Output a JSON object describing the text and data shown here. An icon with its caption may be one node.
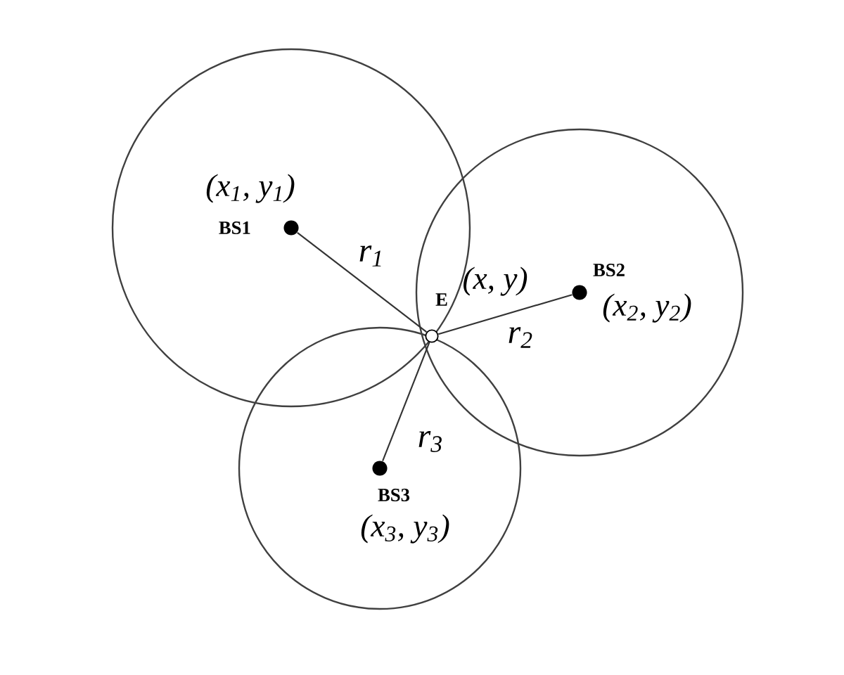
{
  "diagram": {
    "nodes": [
      {
        "text": [
          "(x$_{1}$, y$_{1}$)",
          "BS1"
        ]
      },
      {
        "text": [
          "BS2",
          "(x$_{2}$, y$_{2}$)"
        ]
      },
      {
        "text": [
          "BS3",
          "(x$_{3}$, y$_{3}$)"
        ]
      },
      {
        "text": [
          "(x, y)",
          "E"
        ]
      }
    ],
    "edges": [
      {
        "from": 3,
        "to": 0,
        "arrow": "none",
        "label": "r$_{1}$"
      },
      {
        "from": 3,
        "to": 1,
        "arrow": "none",
        "label": "r$_{2}$"
      },
      {
        "from": 3,
        "to": 2,
        "arrow": "none",
        "label": "r$_{3}$"
      }
    ]
  }
}
